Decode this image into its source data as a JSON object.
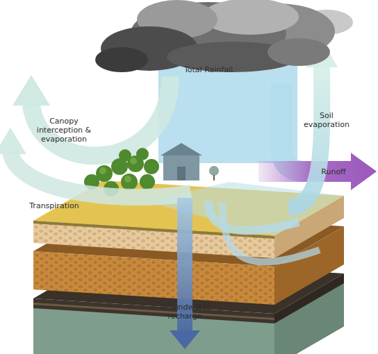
{
  "diagram": {
    "labels": [
      "Total Rainfall",
      "Canopy interception & evaporation",
      "Transpiration",
      "Soil evaporation",
      "Runoff",
      "Groundwater recharge"
    ]
  }
}
